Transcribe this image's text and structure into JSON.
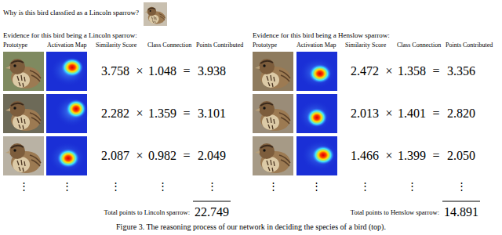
{
  "diagram": {
    "title": "Why is this bird classfied as a Lincoln sparrow?",
    "caption": "Figure 3. The reasoning process of our network in deciding the species of a bird (top).",
    "labels": [
      "Evidence for this bird being a Lincoln sparrow:",
      "Prototype",
      "Activation Map",
      "Similarity Score",
      "Class Connection",
      "Points Contributed",
      "Evidence for this bird being a Henslow sparrow:",
      "Prototype",
      "Activation Map",
      "Similarity Score",
      "Class Connection",
      "Points Contributed",
      "3.758",
      "×",
      "1.048",
      "=",
      "3.938",
      "2.282",
      "×",
      "1.359",
      "=",
      "3.101",
      "2.087",
      "×",
      "0.982",
      "=",
      "2.049",
      "2.472",
      "×",
      "1.358",
      "=",
      "3.356",
      "2.013",
      "×",
      "1.401",
      "=",
      "2.820",
      "1.466",
      "×",
      "1.399",
      "=",
      "2.050",
      "⋮",
      "⋮",
      "⋮",
      "⋮",
      "⋮",
      "⋮",
      "⋮",
      "⋮",
      "⋮",
      "⋮",
      "Total points to Lincoln sparrow:",
      "22.749",
      "Total points to Henslow sparrow:",
      "14.891"
    ]
  }
}
